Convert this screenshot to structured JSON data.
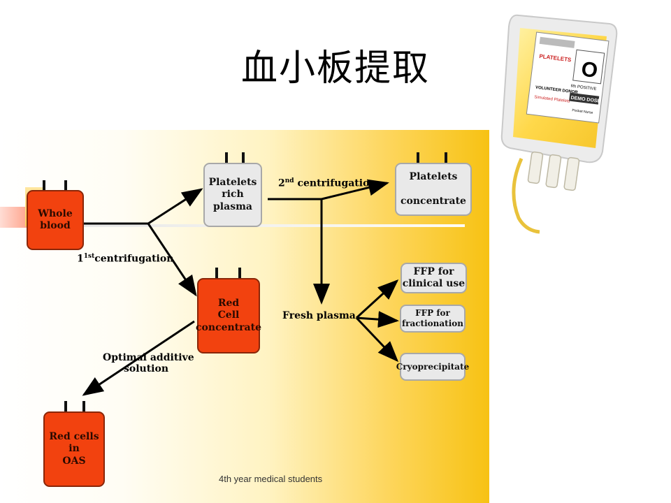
{
  "title": "血小板提取",
  "boxes": {
    "whole_blood": "Whole\nblood",
    "prp": "Platelets\nrich\nplasma",
    "platelets_conc": "Platelets\n\nconcentrate",
    "red_cell": "Red\nCell\nconcentrate",
    "red_cells_oas": "Red cells in\nOAS",
    "ffp_clinical": "FFP for\nclinical use",
    "ffp_fract": "FFP for\nfractionation",
    "cryo": "Cryoprecipitate"
  },
  "labels": {
    "first_centrifugation_sup": "1st",
    "first_centrifugation": "centrifugation",
    "second_centrifugation_num": "2",
    "second_centrifugation_sup": "nd",
    "second_centrifugation": " centrifugation",
    "fresh_plasma": "Fresh plasma",
    "optimal_additive": "Optimal additive",
    "solution": "solution"
  },
  "footer": "4th year medical students",
  "product_photo": {
    "label_title": "PLATELETS",
    "blood_group": "O",
    "rh": "Rh POSITIVE",
    "volunteer": "VOLUNTEER DONOR",
    "simulated": "Simulated Platelets",
    "demo": "DEMO DOSE",
    "brand": "Pocket Nurse"
  },
  "colors": {
    "red_bag": "#f2420f",
    "grey_bag": "#e9e9e9",
    "gradient_end": "#f7c213"
  }
}
